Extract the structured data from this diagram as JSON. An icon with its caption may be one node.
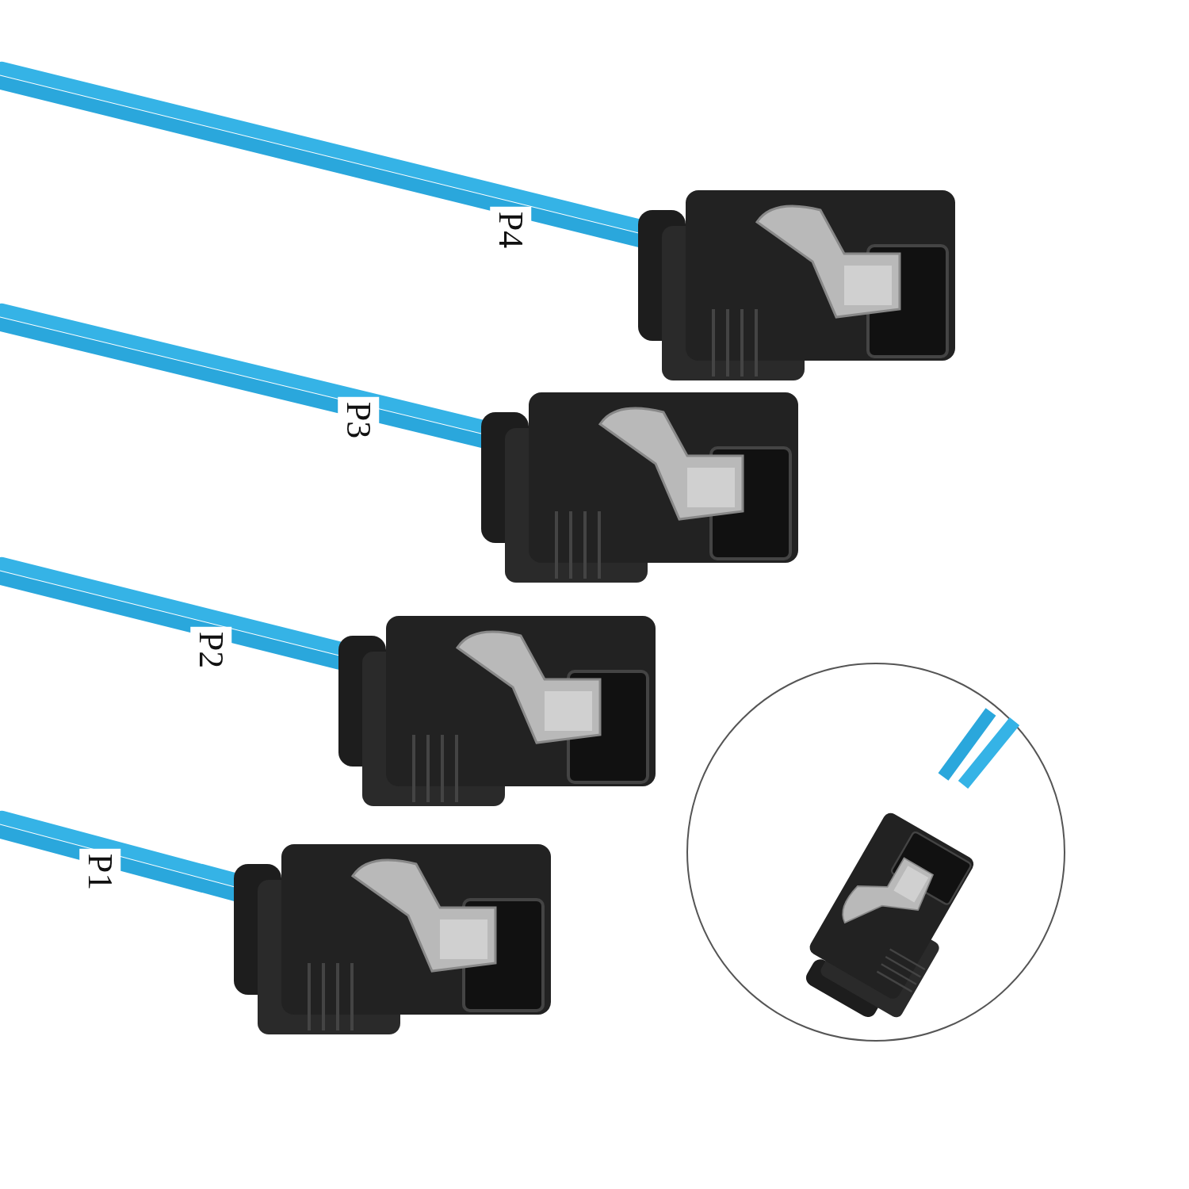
{
  "diagram": {
    "labels": [
      "P4",
      "P3",
      "P2",
      "P1"
    ]
  }
}
